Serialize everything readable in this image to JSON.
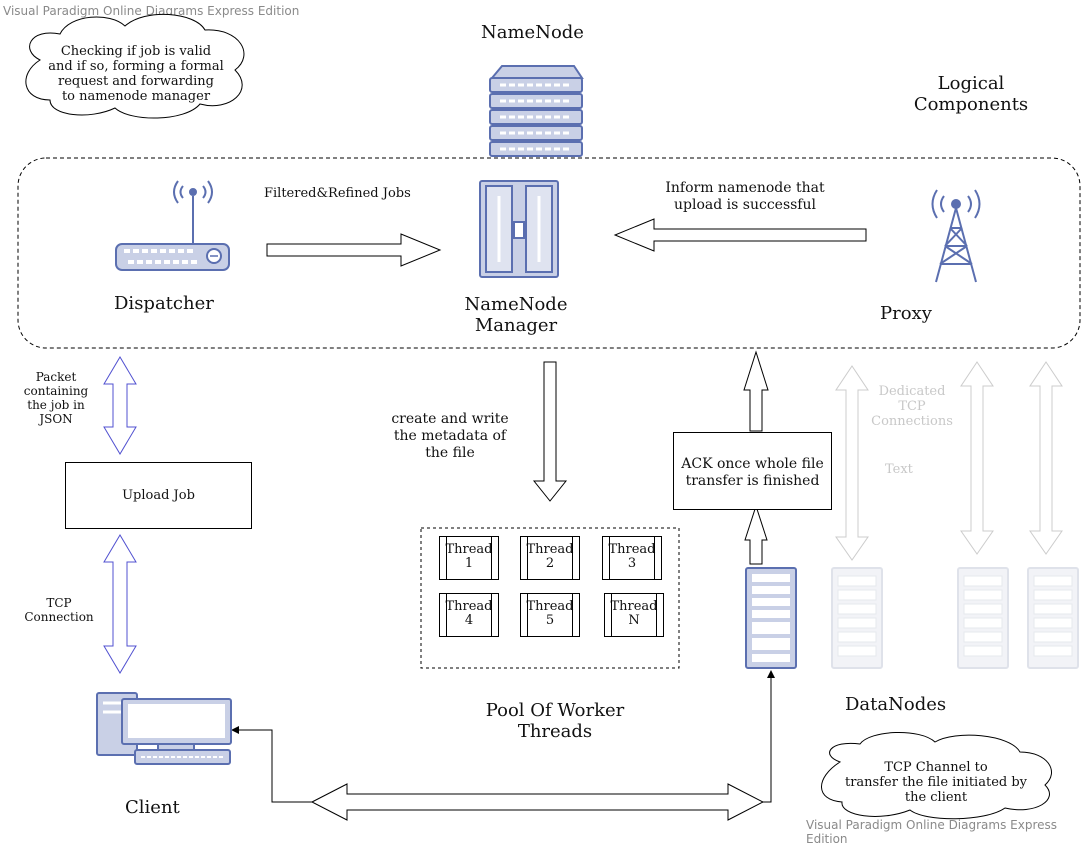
{
  "watermark_top": "Visual Paradigm Online Diagrams Express Edition",
  "watermark_bottom": "Visual Paradigm Online Diagrams Express Edition",
  "cloud_top": [
    "Checking if job is valid",
    "and if so, forming a formal",
    "request and forwarding",
    "to namenode manager"
  ],
  "cloud_bottom": [
    "TCP Channel to",
    "transfer the file initiated by",
    "the client"
  ],
  "namenode_title": "NameNode",
  "logical_components": [
    "Logical",
    "Components"
  ],
  "dispatcher": "Dispatcher",
  "filtered_jobs": "Filtered&Refined Jobs",
  "namenode_manager": [
    "NameNode",
    "Manager"
  ],
  "inform_text": [
    "Inform namenode that",
    "upload is successful"
  ],
  "proxy": "Proxy",
  "packet_text": [
    "Packet",
    "containing",
    "the job in",
    "JSON"
  ],
  "upload_job": "Upload Job",
  "tcp_connection": [
    "TCP",
    "Connection"
  ],
  "create_write": [
    "create and write",
    "the metadata of",
    "the file"
  ],
  "threads": [
    {
      "l1": "Thread",
      "l2": "1"
    },
    {
      "l1": "Thread",
      "l2": "2"
    },
    {
      "l1": "Thread",
      "l2": "3"
    },
    {
      "l1": "Thread",
      "l2": "4"
    },
    {
      "l1": "Thread",
      "l2": "5"
    },
    {
      "l1": "Thread",
      "l2": "N"
    }
  ],
  "pool_title": [
    "Pool Of Worker",
    "Threads"
  ],
  "ack_text": [
    "ACK once whole file",
    "transfer is finished"
  ],
  "dedicated_tcp": [
    "Dedicated",
    "TCP",
    "Connections"
  ],
  "text_placeholder": "Text",
  "datanodes": "DataNodes",
  "client": "Client",
  "colors": {
    "icon_blue": "#5b6fb0",
    "icon_fill": "#c9d0e6",
    "double_arrow": "#5050d0",
    "faded": "#c8c8c8"
  }
}
